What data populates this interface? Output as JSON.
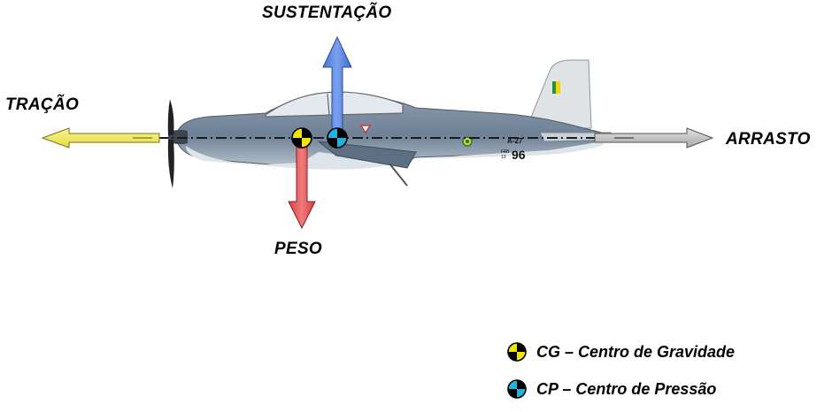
{
  "labels": {
    "lift": "SUSTENTAÇÃO",
    "thrust": "TRAÇÃO",
    "drag": "ARRASTO",
    "weight": "PESO"
  },
  "aircraft": {
    "serial_small": "A-27",
    "serial_prefix": "FAB",
    "serial_small2": "13",
    "serial_big": "96"
  },
  "legend": [
    {
      "symbol": "cg-symbol",
      "text": "CG – Centro de Gravidade",
      "colors": [
        "#f2e600",
        "#000000"
      ]
    },
    {
      "symbol": "cp-symbol",
      "text": "CP – Centro de Pressão",
      "colors": [
        "#1fb3e0",
        "#000000"
      ]
    }
  ],
  "colors": {
    "lift_arrow": "#5b86e0",
    "weight_arrow": "#e85a5a",
    "thrust_arrow": "#f2ec6a",
    "drag_arrow": "#c9c9c9",
    "cg_yellow": "#f2e600",
    "cp_cyan": "#1fb3e0"
  }
}
